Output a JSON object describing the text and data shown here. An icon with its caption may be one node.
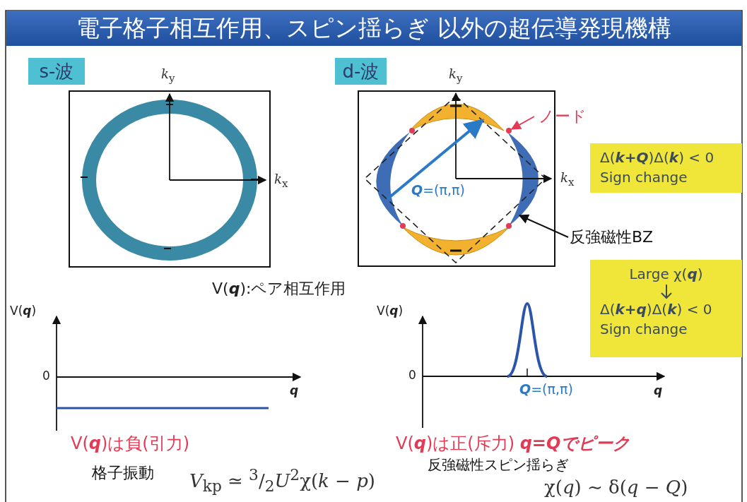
{
  "diagram": {
    "title": "電子格子相互作用、スピン揺らぎ 以外の超伝導発現機構",
    "nodes": [
      {
        "text": [
          "s-波"
        ]
      },
      {
        "text": [
          "d-波"
        ]
      },
      {
        "text": [
          "ノード"
        ]
      },
      {
        "text": [],
        "shape": "circle"
      },
      {
        "text": [
          "反強磁性BZ"
        ]
      },
      {
        "text": [
          "Δ(**k+Q**)Δ(**k**) < 0",
          "Sign change"
        ]
      },
      {
        "text": [
          "Large χ(**q**)",
          "Δ(**k+q**)Δ(**k**) < 0",
          "Sign change"
        ]
      }
    ],
    "edges": [
      {
        "from": 2,
        "to": 3,
        "arrow": "to",
        "color": "#e23b55"
      },
      {
        "from": 4,
        "to": null,
        "arrow": "to",
        "color": "#111111"
      }
    ],
    "labels": [
      "*k*$_{y}$",
      "*k*$_{x}$",
      "*k*$_{y}$",
      "*k*$_{x}$",
      "**Q**=(π,π)",
      "V(**q**):ペア相互作用",
      "V(**q**)",
      "0",
      "**q**",
      "V(**q**)",
      "0",
      "**q**",
      "**Q**=(π,π)",
      "V(**q**)は負(引力)",
      "V(**q**)は正(斥力) **q=Qでピーク**",
      "格子振動",
      "*V*$_{kp}$ ≃ $^{3}$/$_{2}$*U*$^{2}$χ(*k* − *p*)",
      "反強磁性スピン揺らぎ",
      "χ(*q*) ∼ δ(*q* − *Q*)"
    ]
  }
}
